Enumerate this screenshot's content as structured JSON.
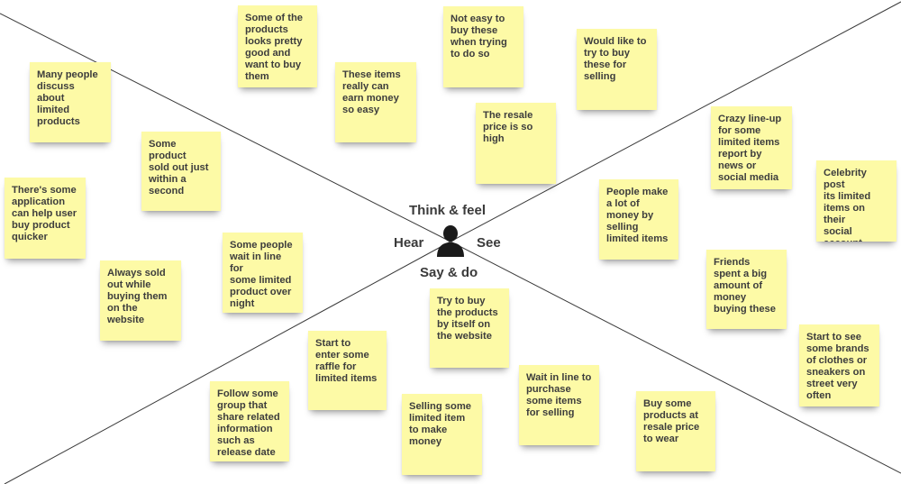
{
  "center": {
    "think_feel": "Think & feel",
    "hear": "Hear",
    "see": "See",
    "say_do": "Say & do",
    "icon": "person-icon"
  },
  "colors": {
    "sticky": "#fdfaa6",
    "line": "#3a3a3a",
    "text": "#3d3d3d"
  },
  "notes": {
    "hear": [
      "Many people\ndiscuss about\nlimited\nproducts",
      "Some product\nsold out just\nwithin a\nsecond",
      "There's some\napplication\ncan help user\nbuy product\nquicker",
      "Always sold\nout while\nbuying them\non the website",
      "Some people\nwait in line for\nsome limited\nproduct over\nnight"
    ],
    "think": [
      "Some of the\nproducts\nlooks pretty\ngood and\nwant to buy\nthem",
      "These items\nreally can\nearn money\nso easy",
      "Not easy to\nbuy these\nwhen trying\nto do so",
      "Would like to\ntry to buy\nthese for\nselling",
      "The resale\nprice is so\nhigh"
    ],
    "see": [
      "Crazy line-up\nfor some\nlimited items\nreport by\nnews or\nsocial media",
      "Celebrity post\nits limited\nitems on their\nsocial\naccount",
      "People make\na lot of\nmoney by\nselling\nlimited items",
      "Friends\nspent a big\namount of\nmoney\nbuying these",
      "Start to see\nsome brands\nof clothes or\nsneakers on\nstreet very\noften"
    ],
    "say": [
      "Try to buy\nthe products\nby itself on\nthe website",
      "Start to\nenter some\nraffle for\nlimited items",
      "Follow some\ngroup that\nshare related\ninformation\nsuch as\nrelease date",
      "Selling some\nlimited item\nto make\nmoney",
      "Wait in line to\npurchase\nsome items\nfor selling",
      "Buy some\nproducts at\nresale price\nto wear"
    ]
  }
}
